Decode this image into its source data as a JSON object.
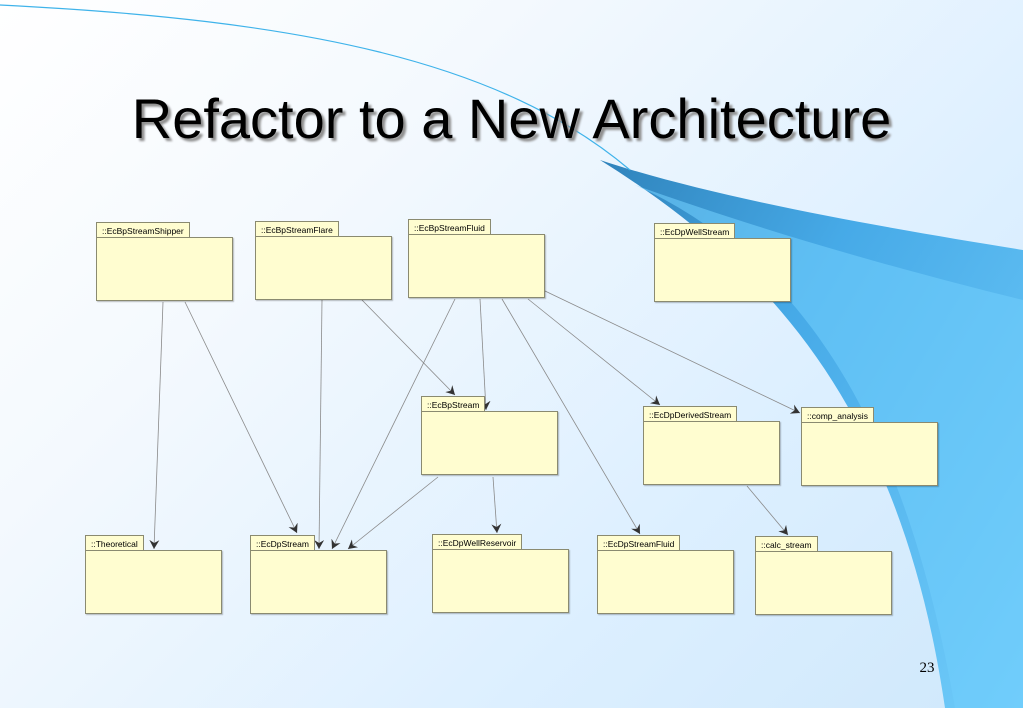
{
  "slide": {
    "title": "Refactor to a New Architecture",
    "page_number": "23"
  },
  "diagram": {
    "nodes": [
      {
        "id": "EcBpStreamShipper",
        "label": "::EcBpStreamShipper"
      },
      {
        "id": "EcBpStreamFlare",
        "label": "::EcBpStreamFlare"
      },
      {
        "id": "EcBpStreamFluid",
        "label": "::EcBpStreamFluid"
      },
      {
        "id": "EcDpWellStream",
        "label": "::EcDpWellStream"
      },
      {
        "id": "EcBpStream",
        "label": "::EcBpStream"
      },
      {
        "id": "EcDpDerivedStream",
        "label": "::EcDpDerivedStream"
      },
      {
        "id": "comp_analysis",
        "label": "::comp_analysis"
      },
      {
        "id": "Theoretical",
        "label": "::Theoretical"
      },
      {
        "id": "EcDpStream",
        "label": "::EcDpStream"
      },
      {
        "id": "EcDpWellReservoir",
        "label": "::EcDpWellReservoir"
      },
      {
        "id": "EcDpStreamFluid",
        "label": "::EcDpStreamFluid"
      },
      {
        "id": "calc_stream",
        "label": "::calc_stream"
      }
    ],
    "edges": [
      {
        "from": "EcBpStreamShipper",
        "to": "Theoretical"
      },
      {
        "from": "EcBpStreamShipper",
        "to": "EcDpStream"
      },
      {
        "from": "EcBpStreamFlare",
        "to": "EcDpStream"
      },
      {
        "from": "EcBpStreamFlare",
        "to": "EcBpStream"
      },
      {
        "from": "EcBpStreamFluid",
        "to": "EcDpStream"
      },
      {
        "from": "EcBpStreamFluid",
        "to": "EcBpStream"
      },
      {
        "from": "EcBpStreamFluid",
        "to": "EcDpStreamFluid"
      },
      {
        "from": "EcBpStreamFluid",
        "to": "EcDpDerivedStream"
      },
      {
        "from": "EcBpStreamFluid",
        "to": "comp_analysis"
      },
      {
        "from": "EcBpStream",
        "to": "EcDpStream"
      },
      {
        "from": "EcBpStream",
        "to": "EcDpWellReservoir"
      },
      {
        "from": "EcDpDerivedStream",
        "to": "calc_stream"
      }
    ]
  },
  "colors": {
    "node_fill": "#fffdd0",
    "node_border": "#8a8a70",
    "edge": "#8a8a8a",
    "accent_blue": "#5bbcf0"
  }
}
